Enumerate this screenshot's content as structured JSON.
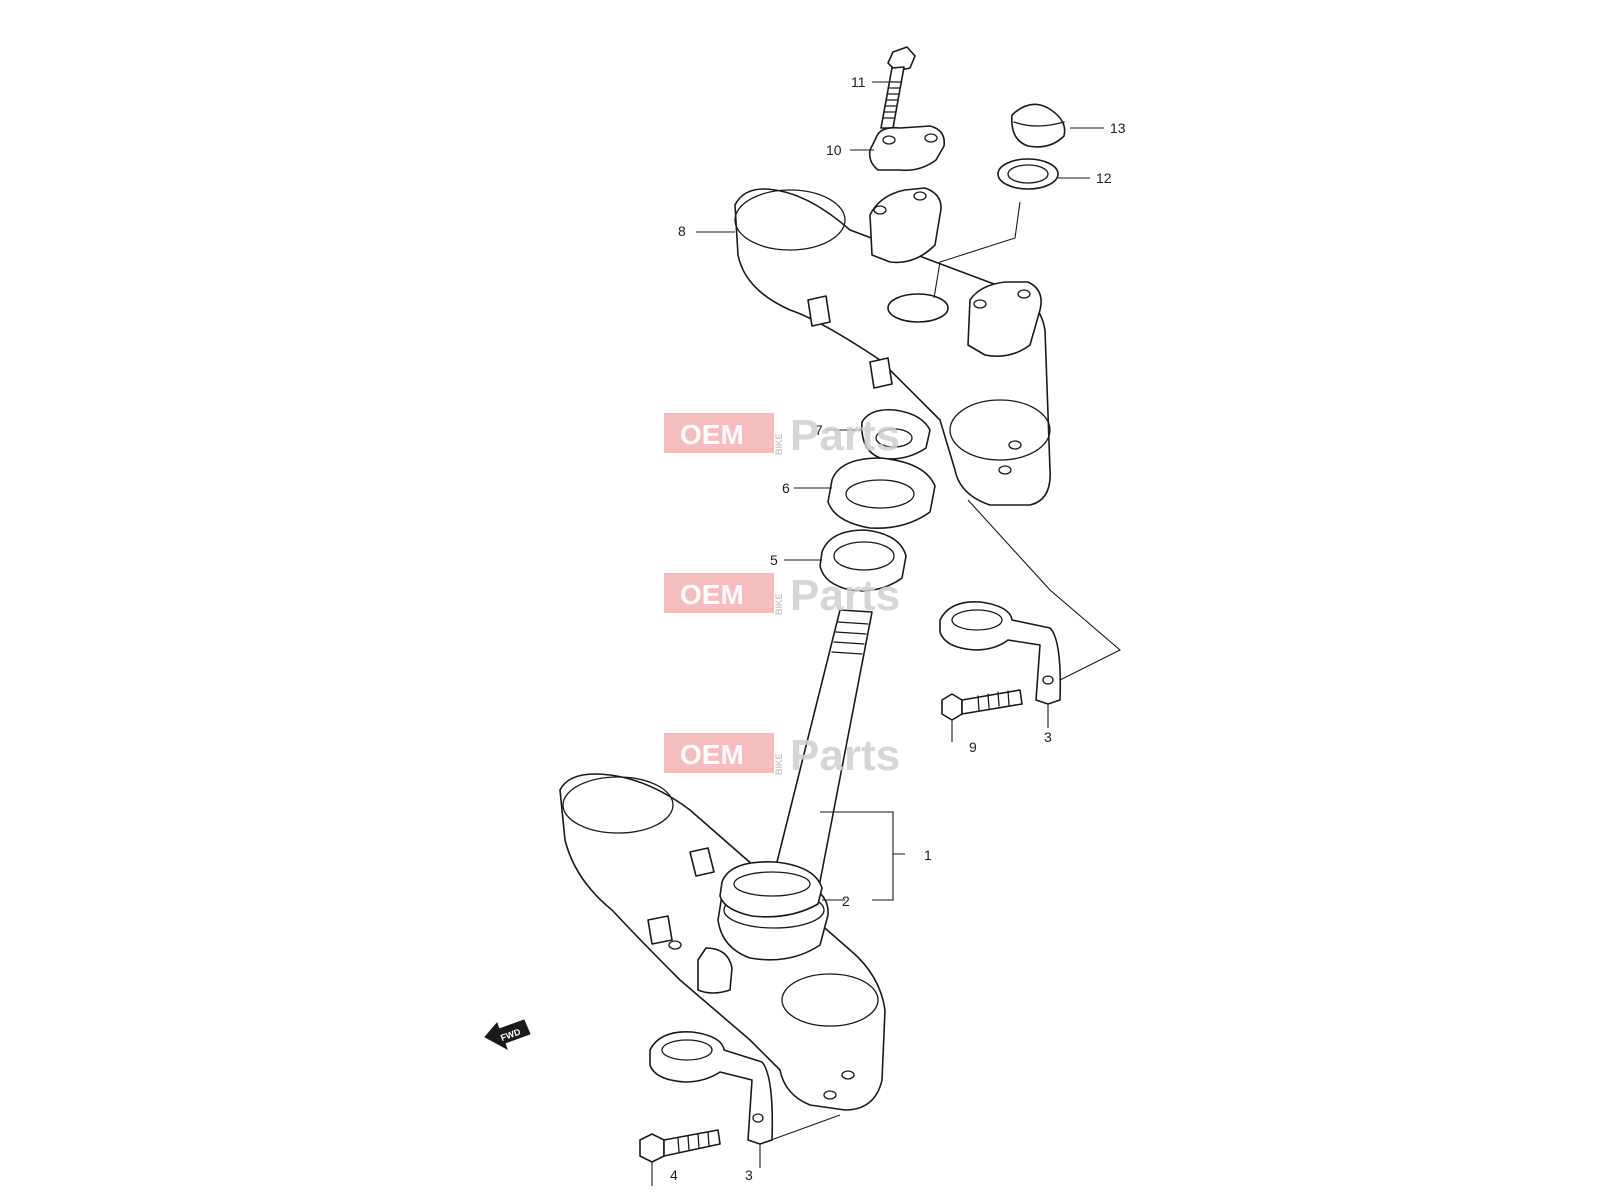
{
  "watermark": {
    "brand": "OEM",
    "sub": "BIKE",
    "suffix": "Parts"
  },
  "direction_indicator": "FWD",
  "callouts": {
    "c1": "1",
    "c2": "2",
    "c3_top": "3",
    "c3_bottom": "3",
    "c4": "4",
    "c5": "5",
    "c6": "6",
    "c7": "7",
    "c8": "8",
    "c9": "9",
    "c10": "10",
    "c11": "11",
    "c12": "12",
    "c13": "13"
  }
}
